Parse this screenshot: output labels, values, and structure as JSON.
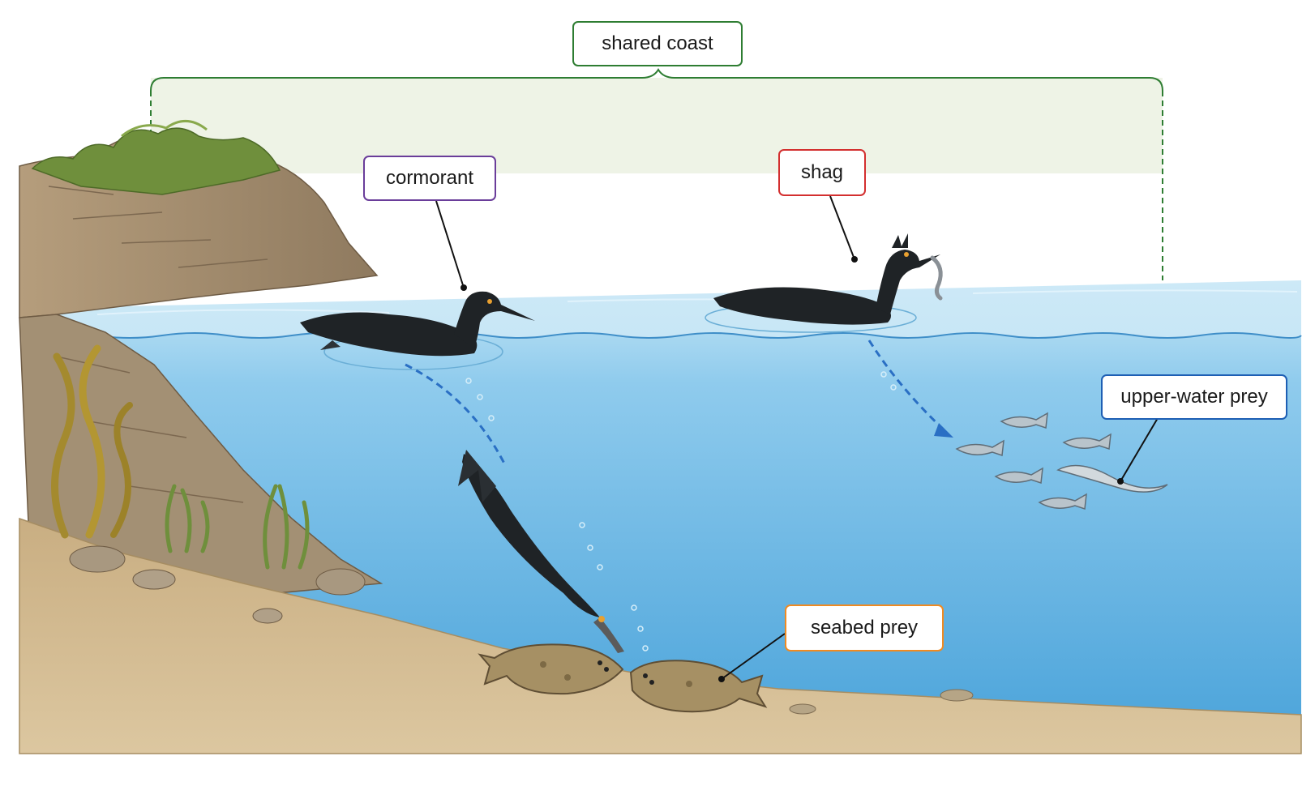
{
  "labels": {
    "shared_coast": "shared coast",
    "cormorant": "cormorant",
    "shag": "shag",
    "upper_water_prey": "upper-water prey",
    "seabed_prey": "seabed prey"
  },
  "colors": {
    "shared_coast_border": "#2e7d32",
    "cormorant_border": "#6a3d9a",
    "shag_border": "#d32f2f",
    "upper_water_prey_border": "#1e5fb4",
    "seabed_prey_border": "#ef8a22",
    "water_surface": "#9fd3ef",
    "water_deep": "#4aa6dc",
    "seabed": "#cdb48a",
    "cliff": "#a08b70",
    "bird": "#1f2326",
    "dive_path": "#2a6fc4"
  }
}
